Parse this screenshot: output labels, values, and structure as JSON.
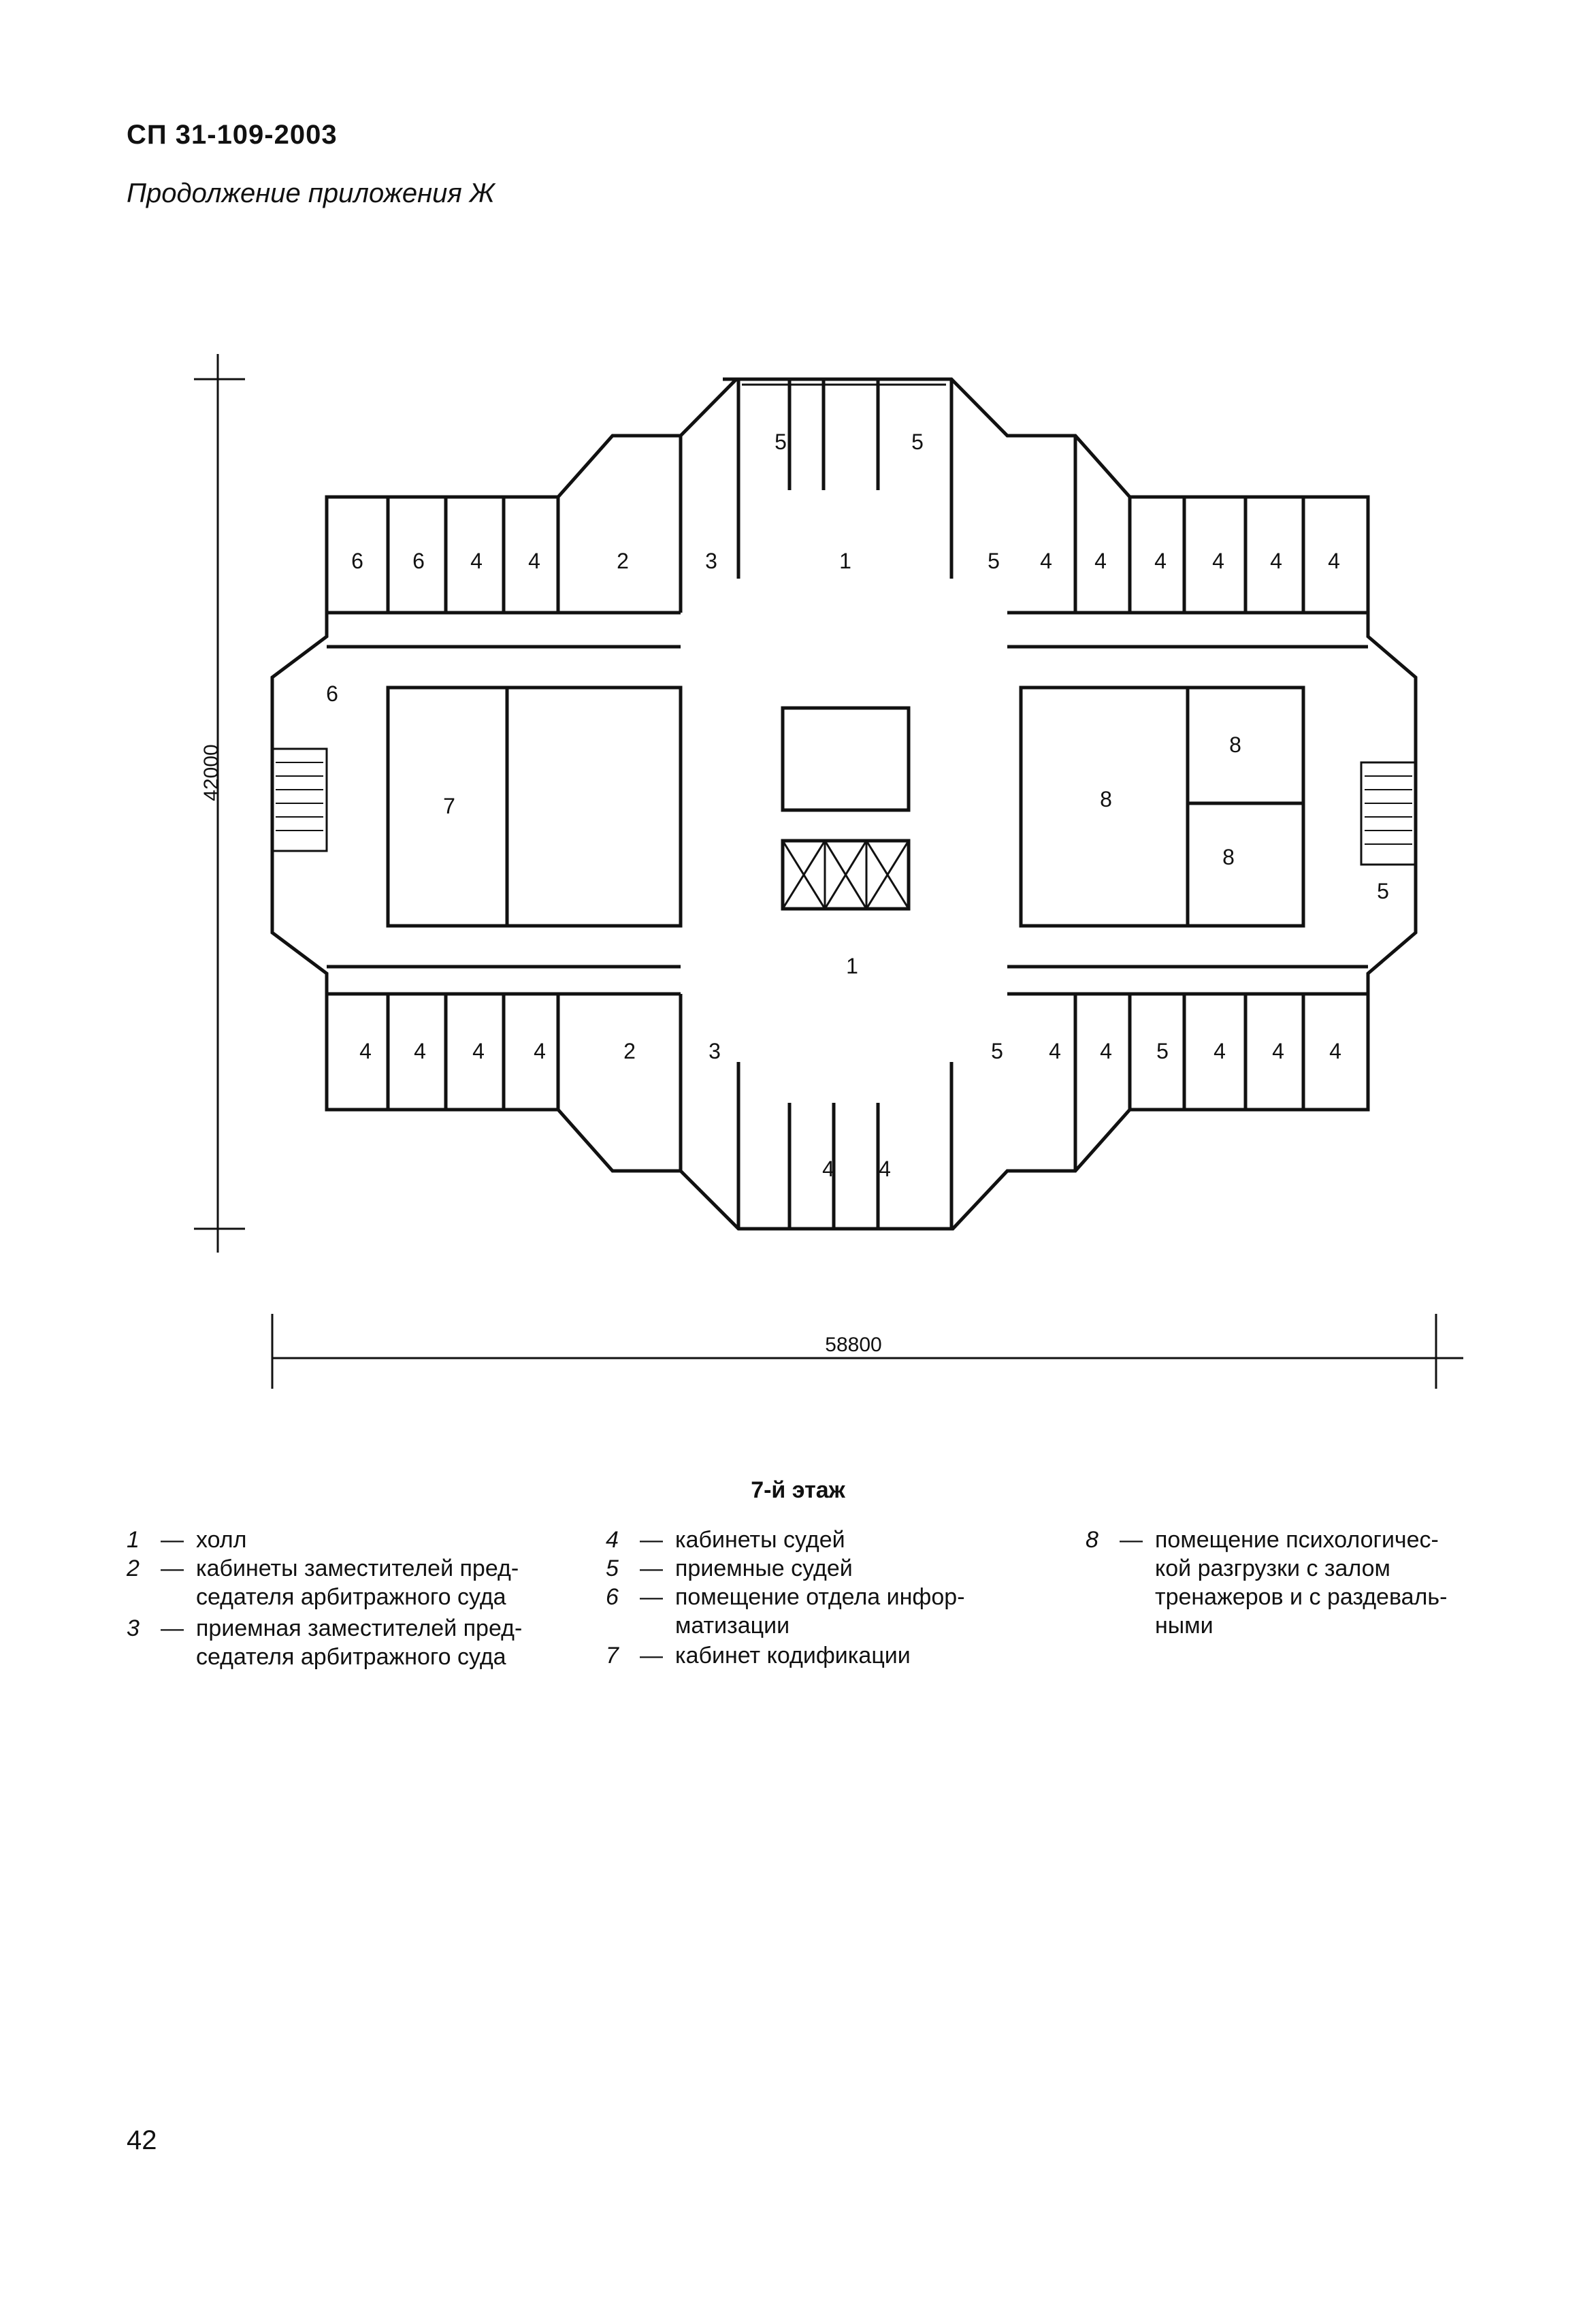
{
  "header": {
    "doc_code": "СП 31-109-2003",
    "continuation": "Продолжение приложения Ж"
  },
  "plan": {
    "dim_height": "42000",
    "dim_width": "58800",
    "room_labels": {
      "hall_top": "1",
      "hall_bottom": "1",
      "r2_top": "2",
      "r2_bottom": "2",
      "r3_top": "3",
      "r3_bottom": "3",
      "r5_top_left": "5",
      "r5_top_right": "5",
      "r6_a": "6",
      "r6_b": "6",
      "r6_c": "6",
      "r7": "7",
      "r8_main": "8",
      "r8_upper": "8",
      "r8_lower": "8",
      "r5_right": "5",
      "r5_upper_right": "5",
      "r5_lower_right": "5",
      "r5_lower_mid": "5",
      "four": "4"
    }
  },
  "floor_title": "7-й этаж",
  "legend": {
    "col1": [
      {
        "num": "1",
        "lines": [
          "холл"
        ]
      },
      {
        "num": "2",
        "lines": [
          "кабинеты заместителей пред-",
          "седателя арбитражного суда"
        ]
      },
      {
        "num": "3",
        "lines": [
          "приемная заместителей пред-",
          "седателя арбитражного суда"
        ]
      }
    ],
    "col2": [
      {
        "num": "4",
        "lines": [
          "кабинеты судей"
        ]
      },
      {
        "num": "5",
        "lines": [
          "приемные судей"
        ]
      },
      {
        "num": "6",
        "lines": [
          "помещение отдела инфор-",
          "матизации"
        ]
      },
      {
        "num": "7",
        "lines": [
          "кабинет кодификации"
        ]
      }
    ],
    "col3": [
      {
        "num": "8",
        "lines": [
          "помещение психологичес-",
          "кой разгрузки с залом",
          "тренажеров и с раздеваль-",
          "ными"
        ]
      }
    ],
    "dash": "—"
  },
  "page_number": "42"
}
